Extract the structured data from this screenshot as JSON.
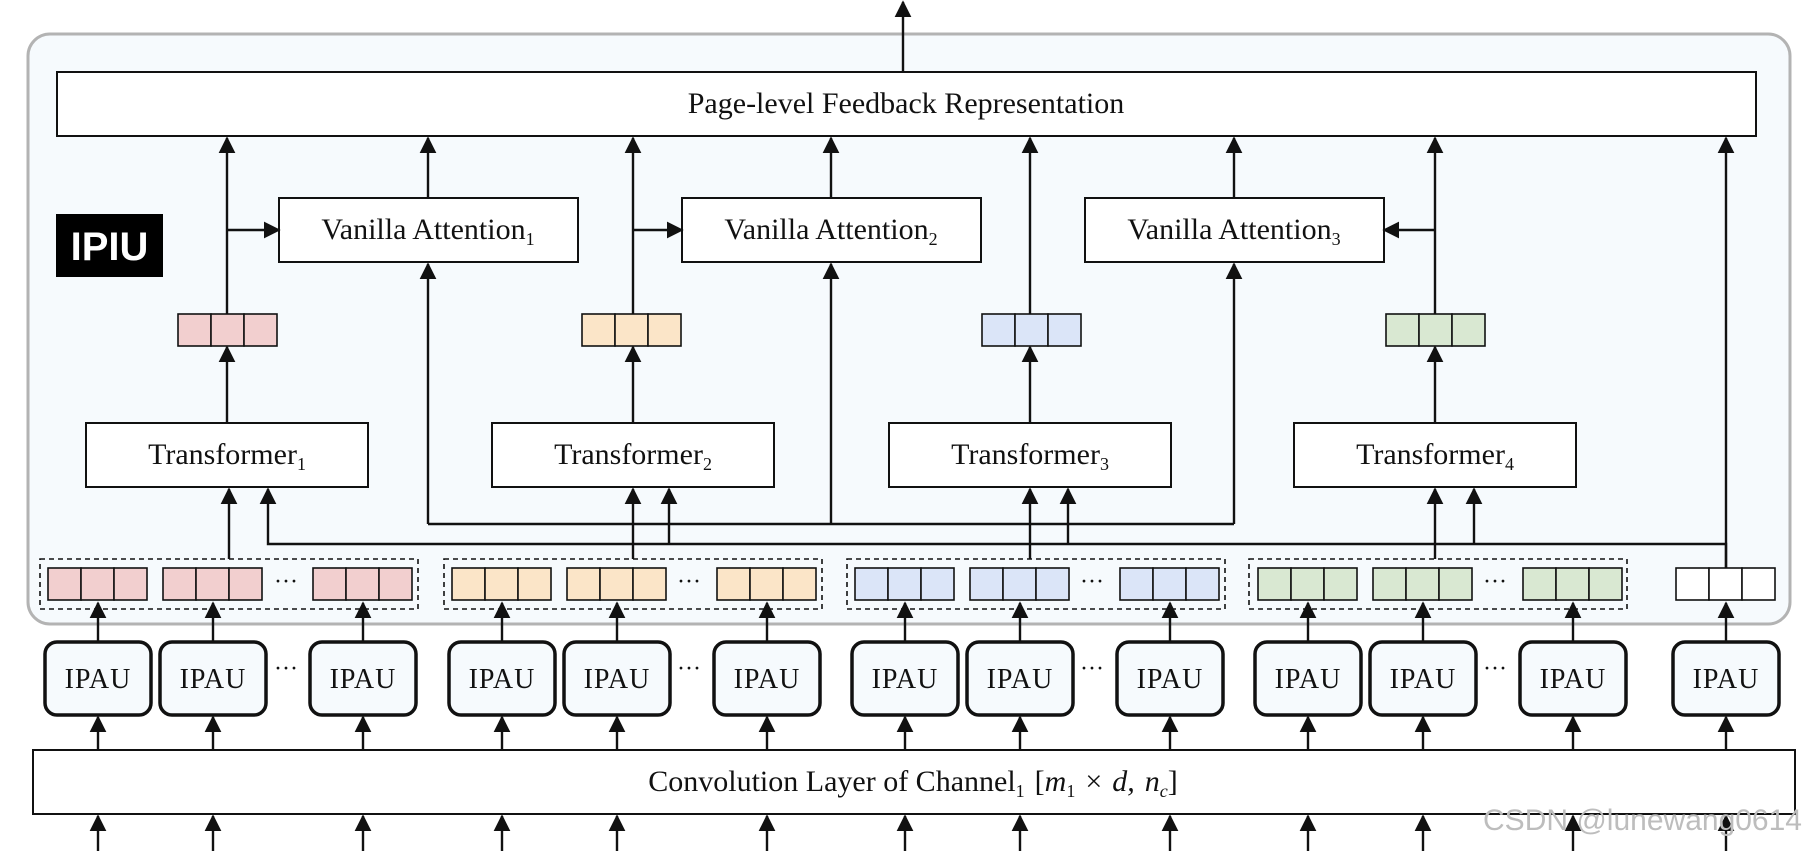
{
  "unit_tag": "IPIU",
  "top_box": "Page-level Feedback Representation",
  "attention": [
    {
      "label": "Vanilla Attention",
      "sub": "1"
    },
    {
      "label": "Vanilla Attention",
      "sub": "2"
    },
    {
      "label": "Vanilla Attention",
      "sub": "3"
    }
  ],
  "transformers": [
    {
      "label": "Transformer",
      "sub": "1"
    },
    {
      "label": "Transformer",
      "sub": "2"
    },
    {
      "label": "Transformer",
      "sub": "3"
    },
    {
      "label": "Transformer",
      "sub": "4"
    }
  ],
  "ipau_label": "IPAU",
  "ellipsis": "···",
  "conv": {
    "prefix": "Convolution Layer of Channel",
    "sub": "1",
    "open": "[",
    "m": "m",
    "m_sub": "1",
    "times": "×",
    "d": "d,",
    "n": "n",
    "n_sub": "c",
    "close": "]"
  },
  "group_colors": [
    "#f2cfcf",
    "#fbe5c8",
    "#dbe5f8",
    "#d9e8d2",
    "#ffffff"
  ],
  "panel_fill": "#f6fafd",
  "watermark": "CSDN @lunewang0614"
}
